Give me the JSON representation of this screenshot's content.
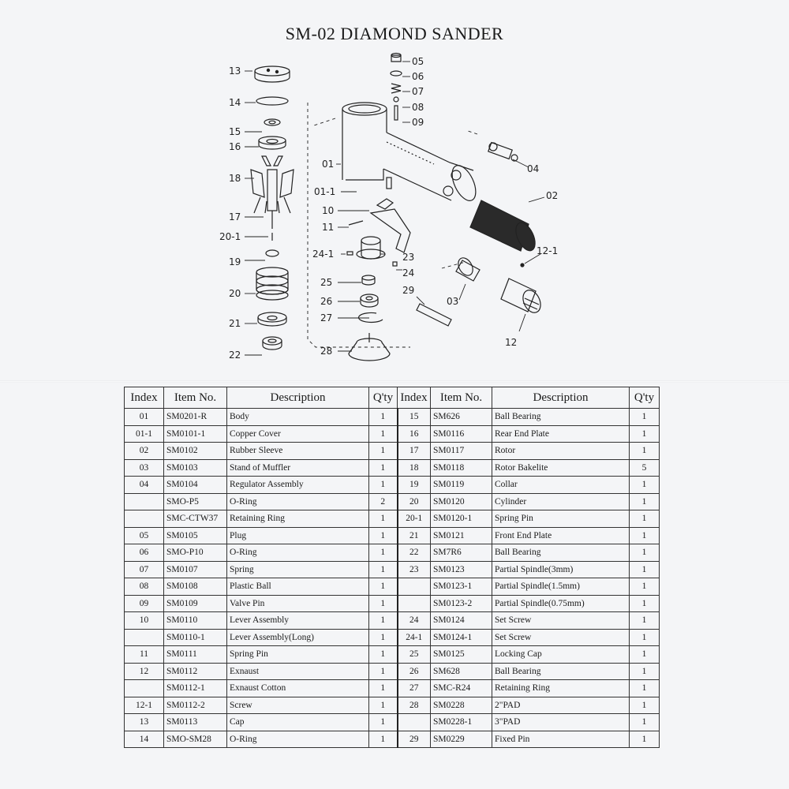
{
  "title": "SM-02 DIAMOND SANDER",
  "diagram_labels": {
    "l05": "05",
    "l06": "06",
    "l07": "07",
    "l08": "08",
    "l09": "09",
    "l13": "13",
    "l14": "14",
    "l15": "15",
    "l16": "16",
    "l18": "18",
    "l17": "17",
    "l20_1": "20-1",
    "l19": "19",
    "l20": "20",
    "l21": "21",
    "l22": "22",
    "l01": "01",
    "l01_1": "01-1",
    "l10": "10",
    "l11": "11",
    "l24_1": "24-1",
    "l23": "23",
    "l24": "24",
    "l25": "25",
    "l26": "26",
    "l27": "27",
    "l28": "28",
    "l29": "29",
    "l03": "03",
    "l04": "04",
    "l02": "02",
    "l12_1": "12-1",
    "l12": "12"
  },
  "table": {
    "headers": [
      "Index",
      "Item No.",
      "Description",
      "Q'ty",
      "Index",
      "Item No.",
      "Description",
      "Q'ty"
    ],
    "rows": [
      [
        "01",
        "SM0201-R",
        "Body",
        "1",
        "15",
        "SM626",
        "Ball Bearing",
        "1"
      ],
      [
        "01-1",
        "SM0101-1",
        "Copper Cover",
        "1",
        "16",
        "SM0116",
        "Rear End Plate",
        "1"
      ],
      [
        "02",
        "SM0102",
        "Rubber Sleeve",
        "1",
        "17",
        "SM0117",
        "Rotor",
        "1"
      ],
      [
        "03",
        "SM0103",
        "Stand of Muffler",
        "1",
        "18",
        "SM0118",
        "Rotor Bakelite",
        "5"
      ],
      [
        "04",
        "SM0104",
        "Regulator Assembly",
        "1",
        "19",
        "SM0119",
        "Collar",
        "1"
      ],
      [
        "",
        "SMO-P5",
        "O-Ring",
        "2",
        "20",
        "SM0120",
        "Cylinder",
        "1"
      ],
      [
        "",
        "SMC-CTW37",
        "Retaining Ring",
        "1",
        "20-1",
        "SM0120-1",
        "Spring Pin",
        "1"
      ],
      [
        "05",
        "SM0105",
        "Plug",
        "1",
        "21",
        "SM0121",
        "Front End Plate",
        "1"
      ],
      [
        "06",
        "SMO-P10",
        "O-Ring",
        "1",
        "22",
        "SM7R6",
        "Ball Bearing",
        "1"
      ],
      [
        "07",
        "SM0107",
        "Spring",
        "1",
        "23",
        "SM0123",
        "Partial Spindle(3mm)",
        "1"
      ],
      [
        "08",
        "SM0108",
        "Plastic Ball",
        "1",
        "",
        "SM0123-1",
        "Partial Spindle(1.5mm)",
        "1"
      ],
      [
        "09",
        "SM0109",
        "Valve Pin",
        "1",
        "",
        "SM0123-2",
        "Partial Spindle(0.75mm)",
        "1"
      ],
      [
        "10",
        "SM0110",
        "Lever Assembly",
        "1",
        "24",
        "SM0124",
        "Set Screw",
        "1"
      ],
      [
        "",
        "SM0110-1",
        "Lever Assembly(Long)",
        "1",
        "24-1",
        "SM0124-1",
        "Set Screw",
        "1"
      ],
      [
        "11",
        "SM0111",
        "Spring Pin",
        "1",
        "25",
        "SM0125",
        "Locking Cap",
        "1"
      ],
      [
        "12",
        "SM0112",
        "Exnaust",
        "1",
        "26",
        "SM628",
        "Ball Bearing",
        "1"
      ],
      [
        "",
        "SM0112-1",
        "Exnaust Cotton",
        "1",
        "27",
        "SMC-R24",
        "Retaining Ring",
        "1"
      ],
      [
        "12-1",
        "SM0112-2",
        "Screw",
        "1",
        "28",
        "SM0228",
        "2\"PAD",
        "1"
      ],
      [
        "13",
        "SM0113",
        "Cap",
        "1",
        "",
        "SM0228-1",
        "3\"PAD",
        "1"
      ],
      [
        "14",
        "SMO-SM28",
        "O-Ring",
        "1",
        "29",
        "SM0229",
        "Fixed Pin",
        "1"
      ]
    ]
  }
}
